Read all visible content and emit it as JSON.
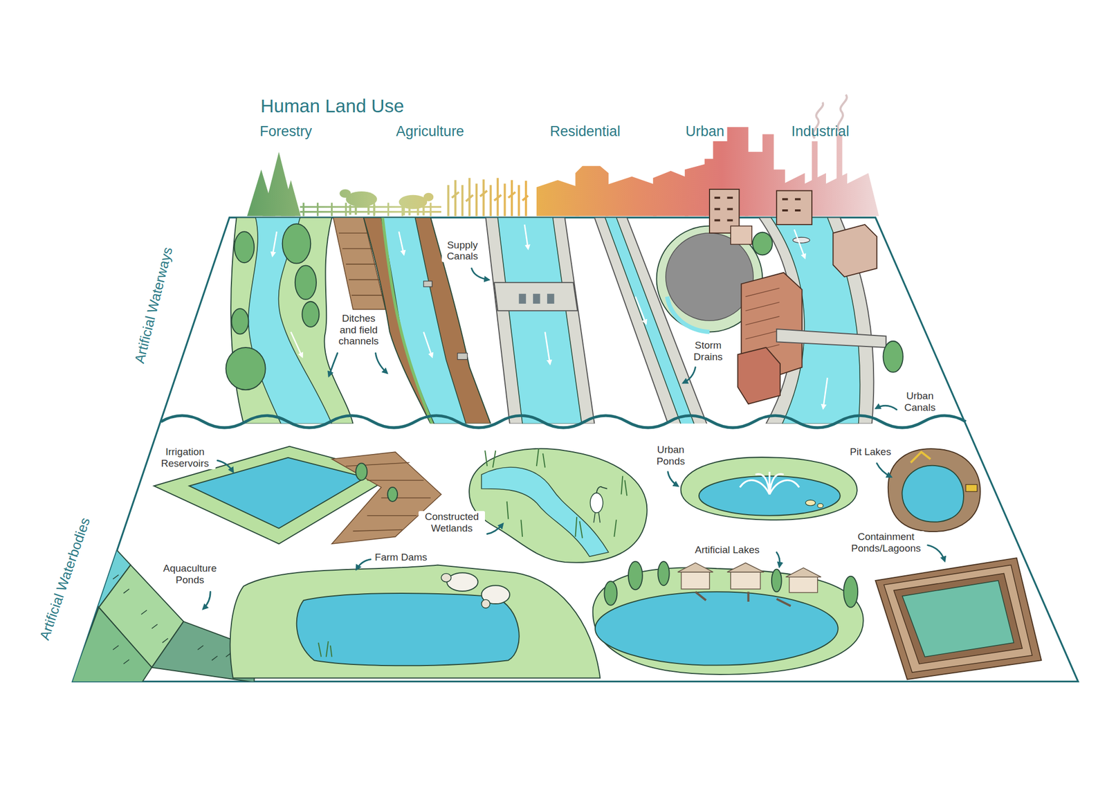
{
  "diagram": {
    "title": "Human Land Use",
    "labels": [
      "Forestry",
      "Agriculture",
      "Residential",
      "Urban",
      "Industrial",
      "Artificial Waterways",
      "Supply Canals",
      "Ditches and field channels",
      "Storm Drains",
      "Urban Canals",
      "Artificial Waterbodies",
      "Irrigation Reservoirs",
      "Pit Lakes",
      "Urban Ponds",
      "Constructed Wetlands",
      "Aquaculture Ponds",
      "Farm Dams",
      "Artificial Lakes",
      "Containment Ponds/Lagoons"
    ]
  }
}
